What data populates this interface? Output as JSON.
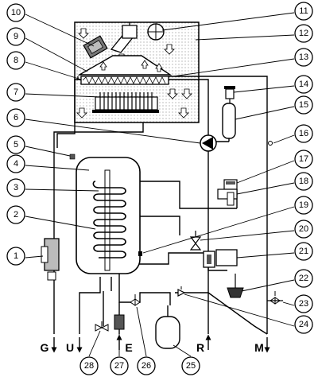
{
  "callouts": [
    "1",
    "2",
    "3",
    "4",
    "5",
    "6",
    "7",
    "8",
    "9",
    "10",
    "11",
    "12",
    "13",
    "14",
    "15",
    "16",
    "17",
    "18",
    "19",
    "20",
    "21",
    "22",
    "23",
    "24",
    "25",
    "26",
    "27",
    "28"
  ],
  "ports": {
    "g": "G",
    "u": "U",
    "e": "E",
    "r": "R",
    "m": "M"
  }
}
